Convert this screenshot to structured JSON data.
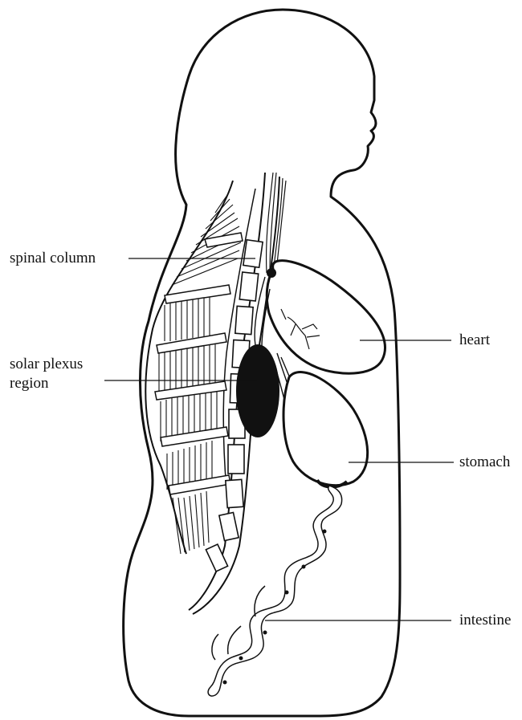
{
  "labels": {
    "spinal_column": "spinal column",
    "solar_plexus_line1": "solar plexus",
    "solar_plexus_line2": "region",
    "heart": "heart",
    "stomach": "stomach",
    "intestine": "intestine"
  },
  "colors": {
    "ink": "#111111",
    "background": "#ffffff"
  }
}
